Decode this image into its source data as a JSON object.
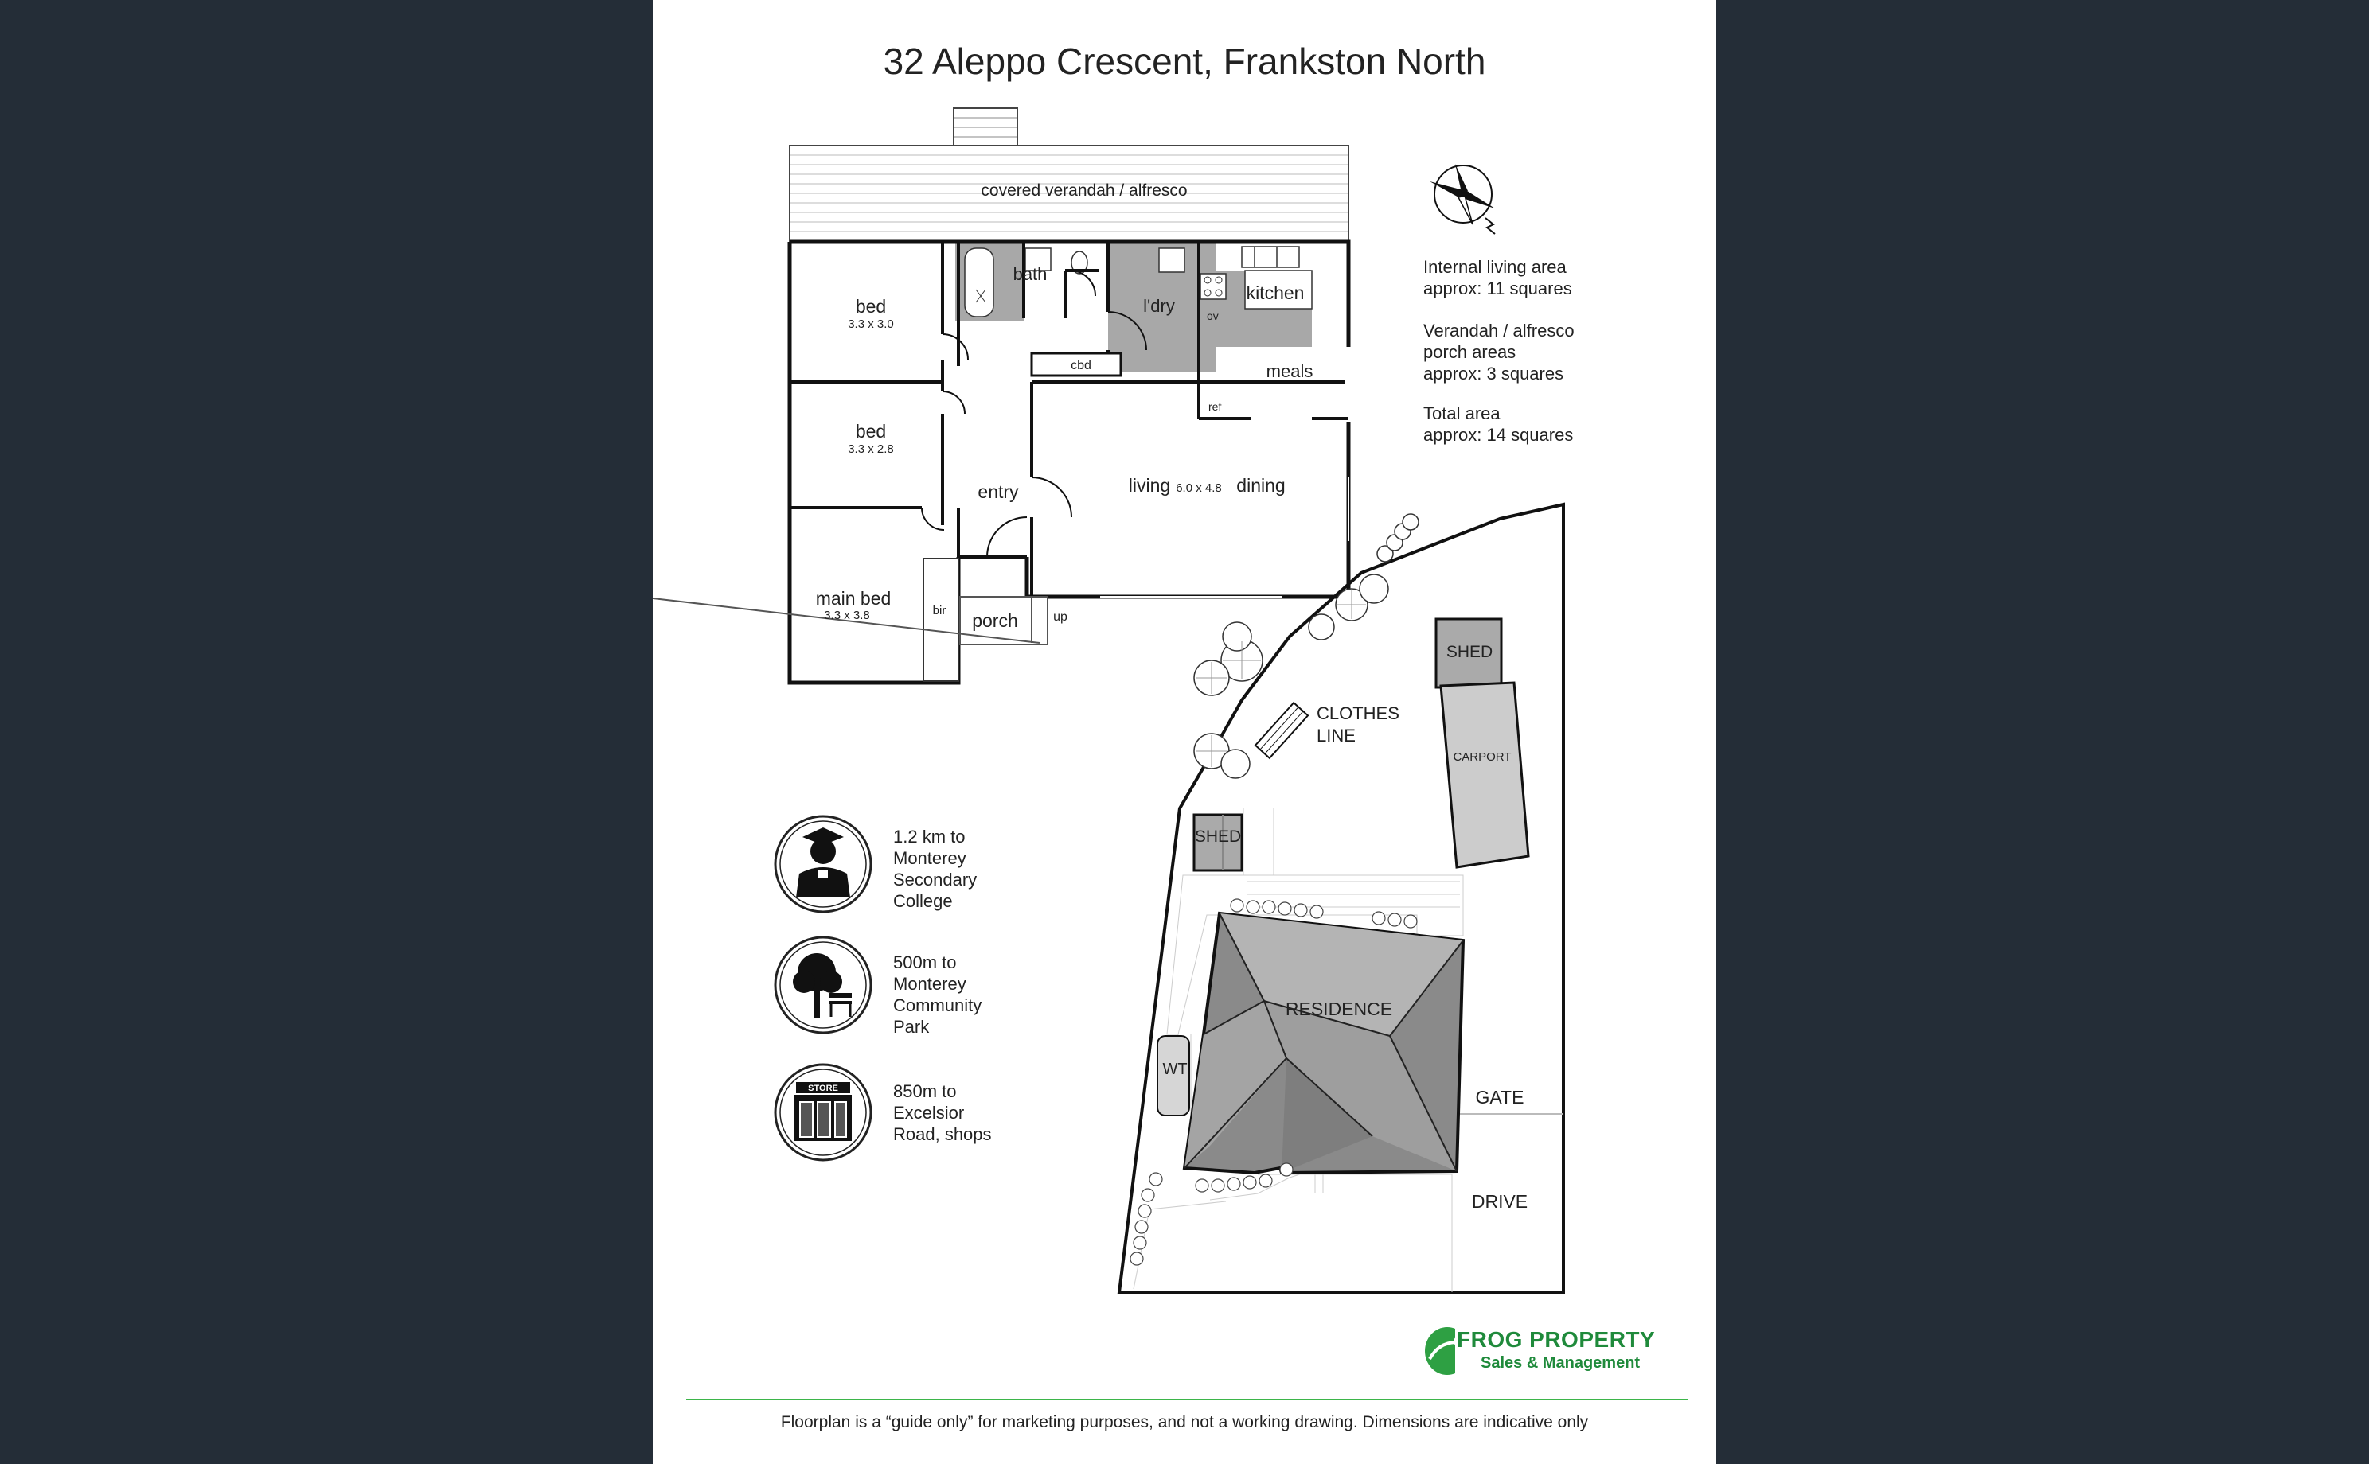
{
  "title": "32 Aleppo Crescent, Frankston North",
  "rooms": {
    "verandah": "covered verandah / alfresco",
    "bed1": "bed",
    "bed1_size": "3.3 x 3.0",
    "bath": "bath",
    "laundry": "l'dry",
    "kitchen": "kitchen",
    "oven": "ov",
    "cbd": "cbd",
    "meals": "meals",
    "ref": "ref",
    "bed2": "bed",
    "bed2_size": "3.3 x 2.8",
    "entry": "entry",
    "living": "living",
    "living_size": "6.0 x 4.8",
    "dining": "dining",
    "main_bed": "main bed",
    "main_bed_size": "3.3 x 3.8",
    "bir": "bir",
    "porch": "porch",
    "up": "up"
  },
  "areas": {
    "internal_label": "Internal living area",
    "internal_value": "approx: 11 squares",
    "verandah_label1": "Verandah / alfresco",
    "verandah_label2": "porch areas",
    "verandah_value": "approx: 3 squares",
    "total_label": "Total area",
    "total_value": "approx: 14 squares"
  },
  "site": {
    "shed1": "SHED",
    "carport": "CARPORT",
    "clothes1": "CLOTHES",
    "clothes2": "LINE",
    "shed2": "SHED",
    "residence": "RESIDENCE",
    "wt": "WT",
    "gate": "GATE",
    "drive": "DRIVE"
  },
  "amenities": [
    {
      "icon": "graduate-icon",
      "lines": [
        "1.2 km to",
        "Monterey",
        "Secondary",
        "College"
      ]
    },
    {
      "icon": "park-icon",
      "lines": [
        "500m to",
        "Monterey",
        "Community",
        "Park"
      ]
    },
    {
      "icon": "store-icon",
      "sign": "STORE",
      "lines": [
        "850m to",
        "Excelsior",
        "Road, shops"
      ]
    }
  ],
  "brand": {
    "name": "FROG PROPERTY",
    "tagline": "Sales & Management",
    "color": "#1f8a3b"
  },
  "footer": "Floorplan is a  “guide only” for marketing purposes, and not a working drawing.  Dimensions are indicative only"
}
